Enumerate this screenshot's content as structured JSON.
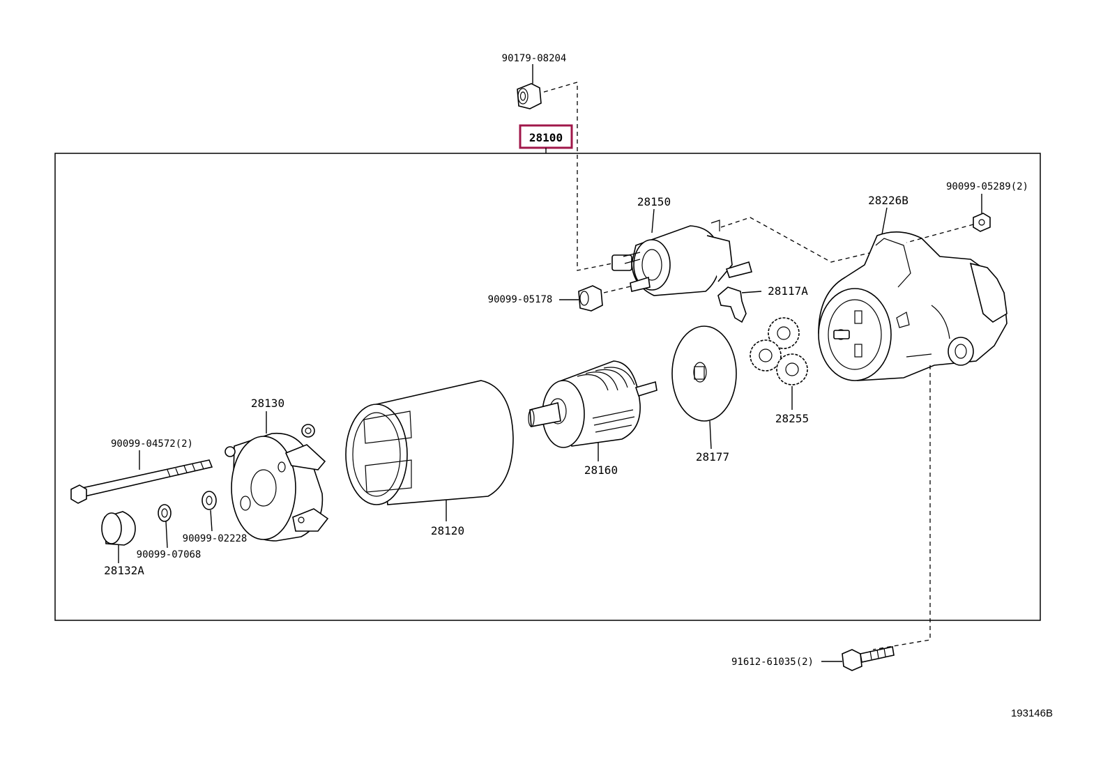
{
  "assembly": {
    "number": "28100",
    "highlight_color": "#a0174a"
  },
  "parts": {
    "p90179_08204": "90179-08204",
    "p28150": "28150",
    "p28226B": "28226B",
    "p90099_05289": "90099-05289(2)",
    "p28117A": "28117A",
    "p90099_05178": "90099-05178",
    "p28255": "28255",
    "p28177": "28177",
    "p28160": "28160",
    "p28130": "28130",
    "p28120": "28120",
    "p90099_04572": "90099-04572(2)",
    "p90099_02228": "90099-02228",
    "p90099_07068": "90099-07068",
    "p28132A": "28132A",
    "p91612_61035": "91612-61035(2)"
  },
  "reference_code": "193146B"
}
